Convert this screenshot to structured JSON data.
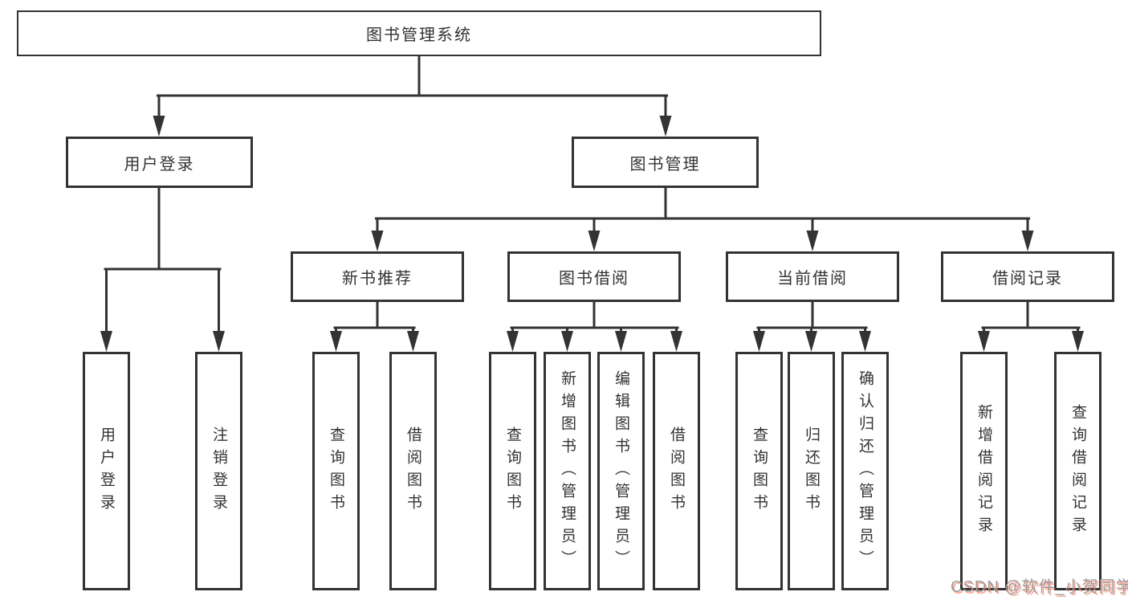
{
  "diagram": {
    "root": {
      "label": "图书管理系统"
    },
    "level2": [
      {
        "label": "用户登录"
      },
      {
        "label": "图书管理"
      }
    ],
    "level3": [
      {
        "label": "新书推荐"
      },
      {
        "label": "图书借阅"
      },
      {
        "label": "当前借阅"
      },
      {
        "label": "借阅记录"
      }
    ],
    "leaves": [
      {
        "label": "用户登录"
      },
      {
        "label": "注销登录"
      },
      {
        "label": "查询图书"
      },
      {
        "label": "借阅图书"
      },
      {
        "label": "查询图书"
      },
      {
        "label": "新增图书（管理员）"
      },
      {
        "label": "编辑图书（管理员）"
      },
      {
        "label": "借阅图书"
      },
      {
        "label": "查询图书"
      },
      {
        "label": "归还图书"
      },
      {
        "label": "确认归还（管理员）"
      },
      {
        "label": "新增借阅记录"
      },
      {
        "label": "查询借阅记录"
      }
    ],
    "watermark": "CSDN @软件_小贺同学",
    "colors": {
      "line": "#333333",
      "border": "#333333",
      "text": "#333333",
      "watermark_gray": "#9c9c9c",
      "watermark_red": "#fc5531"
    }
  }
}
